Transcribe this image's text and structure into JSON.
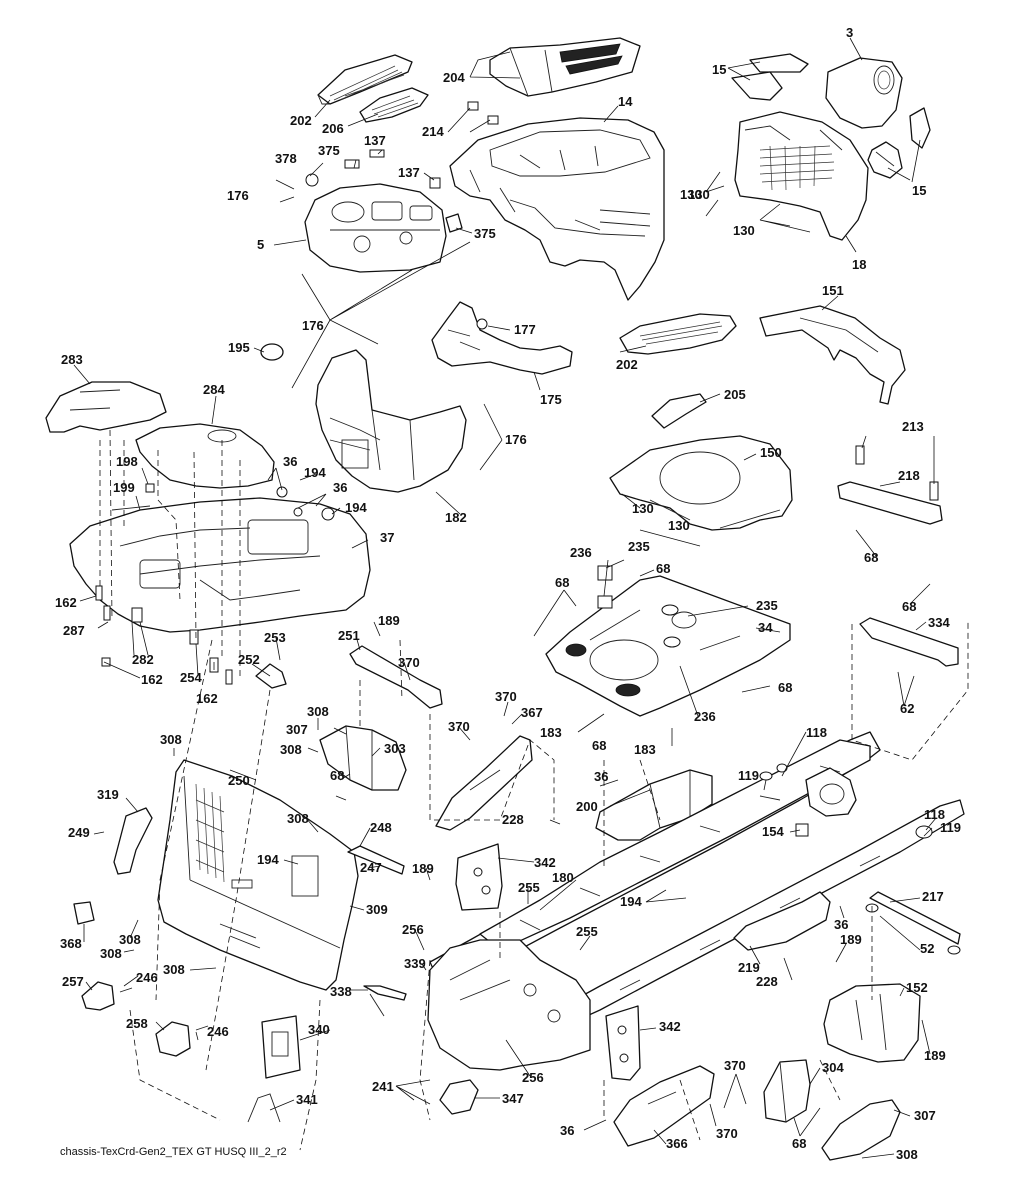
{
  "diagram": {
    "callouts": [
      {
        "id": "c3",
        "label": "3"
      },
      {
        "id": "c15a",
        "label": "15"
      },
      {
        "id": "c15b",
        "label": "15"
      },
      {
        "id": "c204",
        "label": "204"
      },
      {
        "id": "c202a",
        "label": "202"
      },
      {
        "id": "c206",
        "label": "206"
      },
      {
        "id": "c214",
        "label": "214"
      },
      {
        "id": "c14",
        "label": "14"
      },
      {
        "id": "c378",
        "label": "378"
      },
      {
        "id": "c375a",
        "label": "375"
      },
      {
        "id": "c137a",
        "label": "137"
      },
      {
        "id": "c137b",
        "label": "137"
      },
      {
        "id": "c176a",
        "label": "176"
      },
      {
        "id": "c5",
        "label": "5"
      },
      {
        "id": "c375b",
        "label": "375"
      },
      {
        "id": "c130a",
        "label": "130"
      },
      {
        "id": "c130b",
        "label": "130"
      },
      {
        "id": "c130c",
        "label": "130"
      },
      {
        "id": "c18",
        "label": "18"
      },
      {
        "id": "c176b",
        "label": "176"
      },
      {
        "id": "c177",
        "label": "177"
      },
      {
        "id": "c151",
        "label": "151"
      },
      {
        "id": "c195",
        "label": "195"
      },
      {
        "id": "c202b",
        "label": "202"
      },
      {
        "id": "c175",
        "label": "175"
      },
      {
        "id": "c283",
        "label": "283"
      },
      {
        "id": "c284",
        "label": "284"
      },
      {
        "id": "c205",
        "label": "205"
      },
      {
        "id": "c176c",
        "label": "176"
      },
      {
        "id": "c150",
        "label": "150"
      },
      {
        "id": "c213",
        "label": "213"
      },
      {
        "id": "c198",
        "label": "198"
      },
      {
        "id": "c36a",
        "label": "36"
      },
      {
        "id": "c194a",
        "label": "194"
      },
      {
        "id": "c36b",
        "label": "36"
      },
      {
        "id": "c199",
        "label": "199"
      },
      {
        "id": "c194b",
        "label": "194"
      },
      {
        "id": "c182",
        "label": "182"
      },
      {
        "id": "c130d",
        "label": "130"
      },
      {
        "id": "c218",
        "label": "218"
      },
      {
        "id": "c130e",
        "label": "130"
      },
      {
        "id": "c37",
        "label": "37"
      },
      {
        "id": "c68a",
        "label": "68"
      },
      {
        "id": "c236a",
        "label": "236"
      },
      {
        "id": "c235a",
        "label": "235"
      },
      {
        "id": "c68b",
        "label": "68"
      },
      {
        "id": "c68c",
        "label": "68"
      },
      {
        "id": "c162a",
        "label": "162"
      },
      {
        "id": "c287",
        "label": "287"
      },
      {
        "id": "c235b",
        "label": "235"
      },
      {
        "id": "c68d",
        "label": "68"
      },
      {
        "id": "c189a",
        "label": "189"
      },
      {
        "id": "c334",
        "label": "334"
      },
      {
        "id": "c282",
        "label": "282"
      },
      {
        "id": "c253",
        "label": "253"
      },
      {
        "id": "c251",
        "label": "251"
      },
      {
        "id": "c34",
        "label": "34"
      },
      {
        "id": "c162b",
        "label": "162"
      },
      {
        "id": "c254",
        "label": "254"
      },
      {
        "id": "c252",
        "label": "252"
      },
      {
        "id": "c370a",
        "label": "370"
      },
      {
        "id": "c162c",
        "label": "162"
      },
      {
        "id": "c68e",
        "label": "68"
      },
      {
        "id": "c62",
        "label": "62"
      },
      {
        "id": "c370b",
        "label": "370"
      },
      {
        "id": "c308a",
        "label": "308"
      },
      {
        "id": "c367",
        "label": "367"
      },
      {
        "id": "c307a",
        "label": "307"
      },
      {
        "id": "c370c",
        "label": "370"
      },
      {
        "id": "c183a",
        "label": "183"
      },
      {
        "id": "c236b",
        "label": "236"
      },
      {
        "id": "c308b",
        "label": "308"
      },
      {
        "id": "c303",
        "label": "303"
      },
      {
        "id": "c308c",
        "label": "308"
      },
      {
        "id": "c68f",
        "label": "68"
      },
      {
        "id": "c183b",
        "label": "183"
      },
      {
        "id": "c118a",
        "label": "118"
      },
      {
        "id": "c250",
        "label": "250"
      },
      {
        "id": "c68g",
        "label": "68"
      },
      {
        "id": "c119a",
        "label": "119"
      },
      {
        "id": "c319",
        "label": "319"
      },
      {
        "id": "c36c",
        "label": "36"
      },
      {
        "id": "c200",
        "label": "200"
      },
      {
        "id": "c228a",
        "label": "228"
      },
      {
        "id": "c308d",
        "label": "308"
      },
      {
        "id": "c249",
        "label": "249"
      },
      {
        "id": "c248",
        "label": "248"
      },
      {
        "id": "c154",
        "label": "154"
      },
      {
        "id": "c118b",
        "label": "118"
      },
      {
        "id": "c119b",
        "label": "119"
      },
      {
        "id": "c342a",
        "label": "342"
      },
      {
        "id": "c194c",
        "label": "194"
      },
      {
        "id": "c247",
        "label": "247"
      },
      {
        "id": "c189b",
        "label": "189"
      },
      {
        "id": "c180",
        "label": "180"
      },
      {
        "id": "c217",
        "label": "217"
      },
      {
        "id": "c255a",
        "label": "255"
      },
      {
        "id": "c194d",
        "label": "194"
      },
      {
        "id": "c309",
        "label": "309"
      },
      {
        "id": "c368",
        "label": "368"
      },
      {
        "id": "c308e",
        "label": "308"
      },
      {
        "id": "c36d",
        "label": "36"
      },
      {
        "id": "c256a",
        "label": "256"
      },
      {
        "id": "c255b",
        "label": "255"
      },
      {
        "id": "c189c",
        "label": "189"
      },
      {
        "id": "c52",
        "label": "52"
      },
      {
        "id": "c308f",
        "label": "308"
      },
      {
        "id": "c339",
        "label": "339"
      },
      {
        "id": "c219",
        "label": "219"
      },
      {
        "id": "c308g",
        "label": "308"
      },
      {
        "id": "c246a",
        "label": "246"
      },
      {
        "id": "c228b",
        "label": "228"
      },
      {
        "id": "c257",
        "label": "257"
      },
      {
        "id": "c152",
        "label": "152"
      },
      {
        "id": "c338",
        "label": "338"
      },
      {
        "id": "c258",
        "label": "258"
      },
      {
        "id": "c246b",
        "label": "246"
      },
      {
        "id": "c340",
        "label": "340"
      },
      {
        "id": "c342b",
        "label": "342"
      },
      {
        "id": "c189d",
        "label": "189"
      },
      {
        "id": "c256b",
        "label": "256"
      },
      {
        "id": "c370d",
        "label": "370"
      },
      {
        "id": "c304",
        "label": "304"
      },
      {
        "id": "c241",
        "label": "241"
      },
      {
        "id": "c347",
        "label": "347"
      },
      {
        "id": "c341",
        "label": "341"
      },
      {
        "id": "c307b",
        "label": "307"
      },
      {
        "id": "c36e",
        "label": "36"
      },
      {
        "id": "c370e",
        "label": "370"
      },
      {
        "id": "c68h",
        "label": "68"
      },
      {
        "id": "c366",
        "label": "366"
      },
      {
        "id": "c308h",
        "label": "308"
      }
    ],
    "footer_caption": "chassis-TexCrd-Gen2_TEX GT HUSQ III_2_r2"
  }
}
